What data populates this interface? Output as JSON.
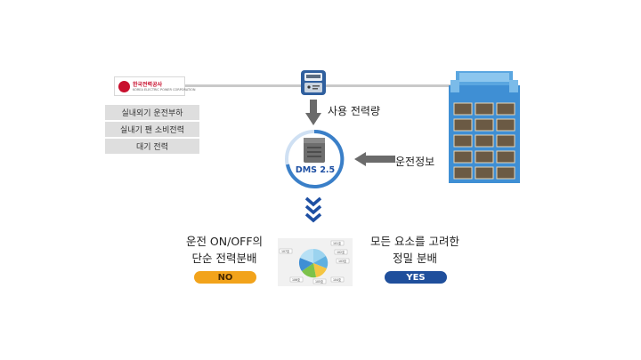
{
  "logo": {
    "text": "한국전력공사",
    "subtext": "KOREA ELECTRIC POWER CORPORATION"
  },
  "loads": [
    "실내외기 운전부하",
    "실내기 팬 소비전력",
    "대기 전력"
  ],
  "usage_label": "사용 전력량",
  "dms_label": "DMS 2.5",
  "operation_info_label": "운전정보",
  "no_option": {
    "line1": "운전 ON/OFF의",
    "line2": "단순 전력분배",
    "badge": "NO"
  },
  "yes_option": {
    "line1": "모든 요소를 고려한",
    "line2": "정밀 분배",
    "badge": "YES"
  },
  "colors": {
    "no_badge": "#f2a31b",
    "yes_badge": "#1f4f9c",
    "arrow_blue": "#1d4fa3",
    "ring": "#3a7fc8",
    "gray_arrow": "#6b6b6b"
  },
  "pie_labels": [
    "101호",
    "102호",
    "103호",
    "104호",
    "105호",
    "106호",
    "107호"
  ]
}
